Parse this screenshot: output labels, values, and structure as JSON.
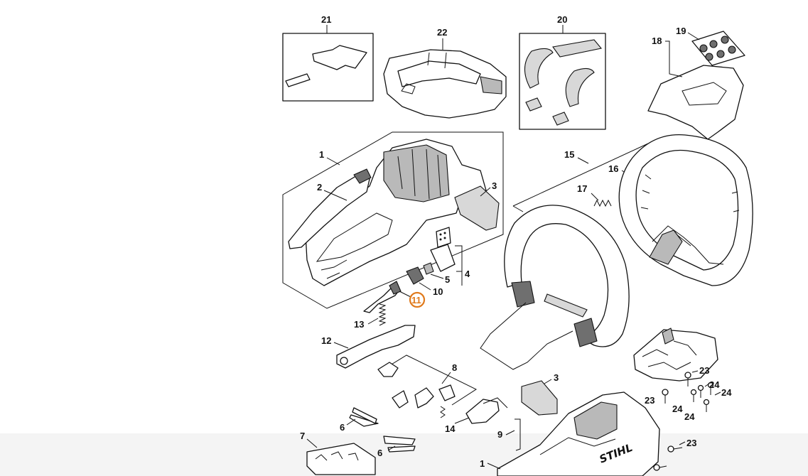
{
  "diagram": {
    "callouts": {
      "c1": "1",
      "c1b": "1",
      "c2": "2",
      "c3": "3",
      "c3b": "3",
      "c4": "4",
      "c5": "5",
      "c6": "6",
      "c6b": "6",
      "c7": "7",
      "c8": "8",
      "c9": "9",
      "c10": "10",
      "c11": "11",
      "c12": "12",
      "c13": "13",
      "c14": "14",
      "c15": "15",
      "c16": "16",
      "c17": "17",
      "c18": "18",
      "c19": "19",
      "c20": "20",
      "c21": "21",
      "c22": "22",
      "c23a": "23",
      "c23b": "23",
      "c23c": "23",
      "c24a": "24",
      "c24b": "24",
      "c24c": "24",
      "c24d": "24"
    },
    "highlighted_part": "11",
    "highlight_color": "#e07a1c",
    "brand_logo": "STIHL"
  }
}
